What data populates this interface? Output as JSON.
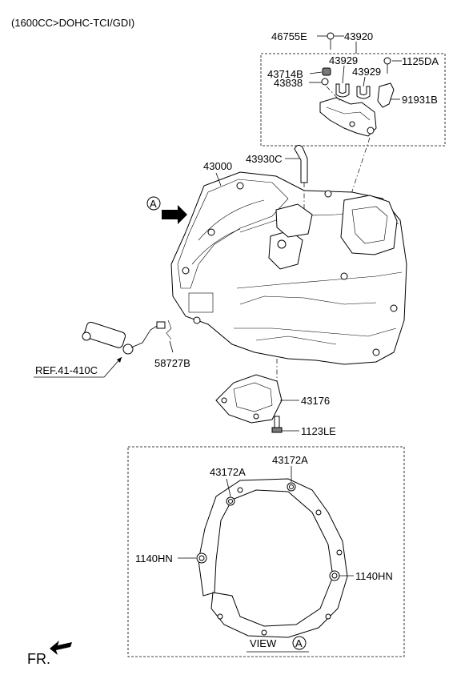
{
  "header": {
    "engine_spec": "(1600CC>DOHC-TCI/GDI)"
  },
  "callouts": {
    "c46755E": "46755E",
    "c43920": "43920",
    "c43929a": "43929",
    "c43929b": "43929",
    "c1125DA": "1125DA",
    "c43714B": "43714B",
    "c43838": "43838",
    "c91931B": "91931B",
    "c43930C": "43930C",
    "c43000": "43000",
    "c58727B": "58727B",
    "c43176": "43176",
    "c1123LE": "1123LE",
    "c43172A_left": "43172A",
    "c43172A_right": "43172A",
    "c1140HN_left": "1140HN",
    "c1140HN_right": "1140HN"
  },
  "reference": {
    "ref_label": "REF.41-410C"
  },
  "view": {
    "marker_letter": "A",
    "view_label": "VIEW",
    "view_letter": "A"
  },
  "footer": {
    "front_label": "FR."
  }
}
